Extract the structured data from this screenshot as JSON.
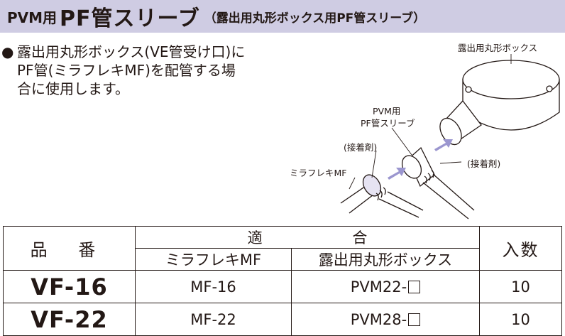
{
  "title": {
    "prefix": "PVM用",
    "main": "PF管スリーブ",
    "sub": "（露出用丸形ボックス用PF管スリーブ）"
  },
  "description": {
    "bullet": "●",
    "lines": [
      "露出用丸形ボックス(VE管受け口)に",
      "PF管(ミラフレキMF)を配管する場",
      "合に使用します。"
    ]
  },
  "illustration": {
    "label_box": "露出用丸形ボックス",
    "label_sleeve_1": "PVM用",
    "label_sleeve_2": "PF管スリーブ",
    "label_adhesive_left": "(接着剤)",
    "label_adhesive_right": "(接着剤)",
    "label_mf": "ミラフレキMF"
  },
  "table": {
    "header_product": "品 番",
    "header_fit": "適 合",
    "header_qty": "入数",
    "header_mf": "ミラフレキMF",
    "header_box": "露出用丸形ボックス",
    "rows": [
      {
        "product": "VF-16",
        "mf": "MF-16",
        "box": "PVM22-",
        "qty": "10"
      },
      {
        "product": "VF-22",
        "mf": "MF-22",
        "box": "PVM28-",
        "qty": "10"
      }
    ]
  },
  "colors": {
    "title_bg": "#cfcce3",
    "text": "#231815",
    "arrow": "#9b96cf"
  }
}
